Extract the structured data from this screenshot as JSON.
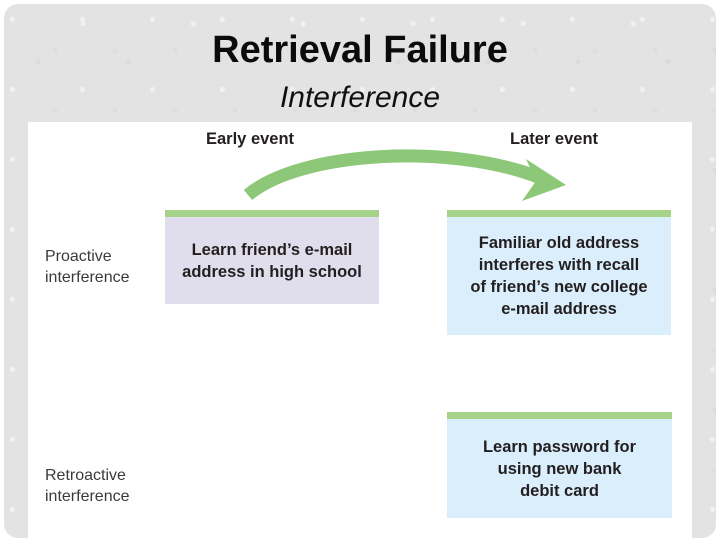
{
  "slide": {
    "title": "Retrieval Failure",
    "subtitle": "Interference",
    "background_color": "#e3e3e3",
    "panel_color": "#ffffff"
  },
  "diagram": {
    "column_headers": [
      {
        "id": "early-event",
        "label": "Early event"
      },
      {
        "id": "later-event",
        "label": "Later event"
      }
    ],
    "row_labels": [
      {
        "id": "proactive",
        "label": "Proactive\ninterference"
      },
      {
        "id": "retroactive",
        "label": "Retroactive\ninterference"
      }
    ],
    "boxes": [
      {
        "id": "early-email",
        "text": "Learn friend’s e-mail\naddress in high school",
        "fill": "#e0ddec",
        "accent": "#a5d38a",
        "column": "early-event",
        "row": "proactive"
      },
      {
        "id": "later-interferes",
        "text": "Familiar old address\ninterferes with recall\nof friend’s new college\ne-mail address",
        "fill": "#dbeefb",
        "accent": "#a5d38a",
        "column": "later-event",
        "row": "proactive"
      },
      {
        "id": "later-password",
        "text": "Learn password for\nusing new bank\ndebit card",
        "fill": "#dbeefb",
        "accent": "#a5d38a",
        "column": "later-event",
        "row": "retroactive"
      }
    ],
    "arrows": [
      {
        "id": "proactive-arrow",
        "from": "early-email",
        "to": "later-interferes",
        "color": "#8cc878",
        "style": "curved-arc"
      }
    ]
  }
}
